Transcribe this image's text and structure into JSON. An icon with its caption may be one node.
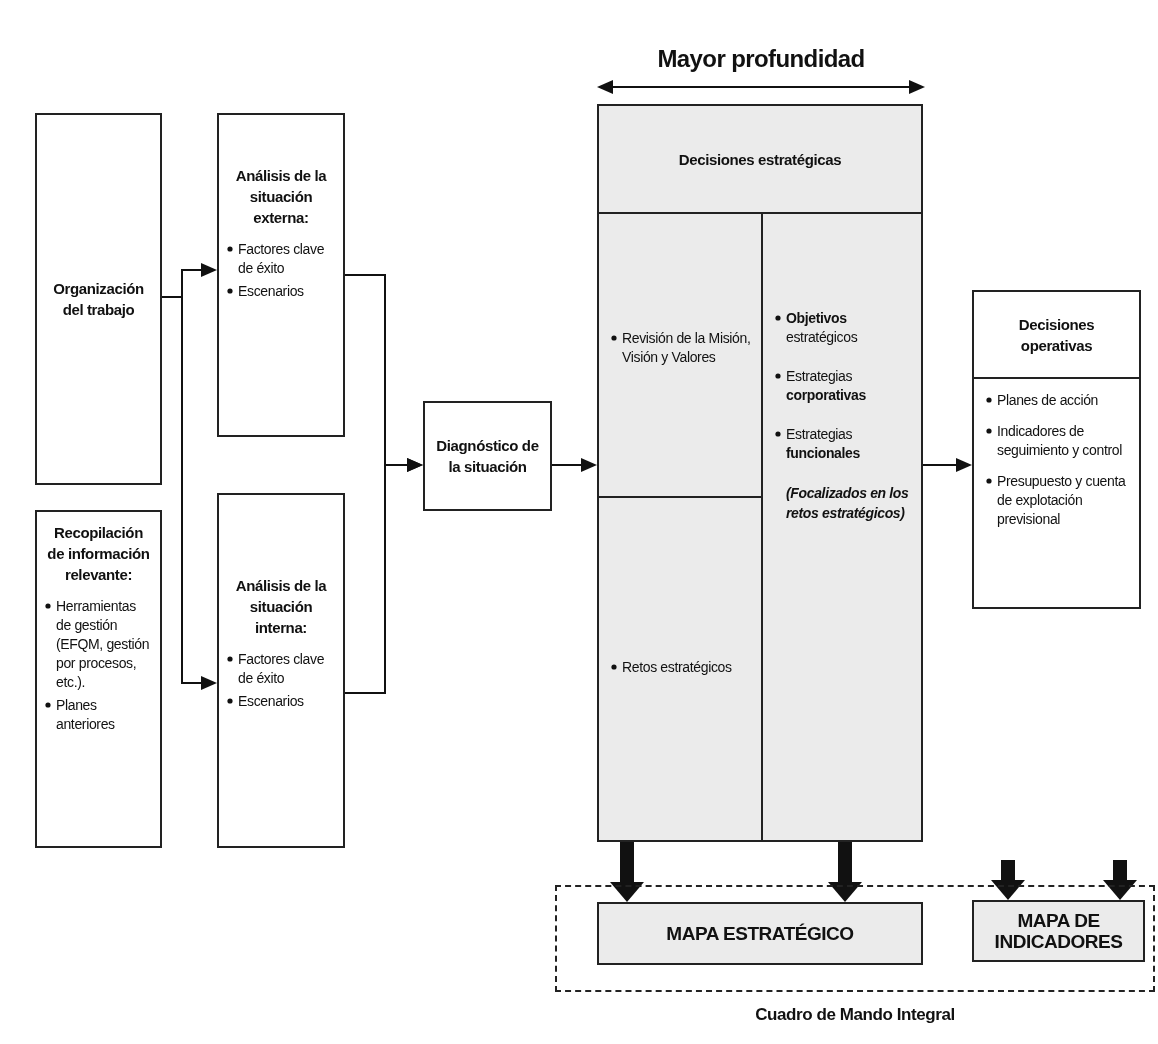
{
  "diagram": {
    "nodes": [
      {
        "text": [
          "Organización del trabajo"
        ]
      },
      {
        "text": [
          "Recopilación de información relevante:",
          "Herramientas de gestión (EFQM, gestión por procesos, etc.).",
          "Planes anteriores"
        ]
      },
      {
        "text": [
          "Análisis de la situación externa:",
          "Factores clave de éxito",
          "Escenarios"
        ]
      },
      {
        "text": [
          "Análisis de la situación interna:",
          "Factores clave de éxito",
          "Escenarios"
        ]
      },
      {
        "text": [
          "Diagnóstico de la situación"
        ]
      },
      {
        "text": [
          "Decisiones estratégicas"
        ]
      },
      {
        "text": [
          "Revisión de la Misión, Visión y Valores"
        ],
        "in": 5
      },
      {
        "text": [
          "Retos estratégicos"
        ],
        "in": 5
      },
      {
        "text": [
          "**Objetivos** estratégicos",
          "Estrategias **corporativas**",
          "Estrategias **funcionales**",
          "(Focalizados en los retos estratégicos)"
        ],
        "in": 5
      },
      {
        "text": [
          "Decisiones operativas",
          "Planes de acción",
          "Indicadores de seguimiento y control",
          "Presupuesto y cuenta de explotación previsional"
        ]
      },
      {
        "text": [
          "Cuadro de Mando Integral"
        ]
      },
      {
        "text": [
          "MAPA ESTRATÉGICO"
        ],
        "in": 10
      },
      {
        "text": [
          "MAPA DE INDICADORES"
        ],
        "in": 10
      }
    ],
    "edges": [
      {
        "from": 0,
        "to": 2,
        "arrow": "to"
      },
      {
        "from": 0,
        "to": 3,
        "arrow": "to"
      },
      {
        "from": 2,
        "to": 4,
        "arrow": "to"
      },
      {
        "from": 3,
        "to": 4,
        "arrow": "to"
      },
      {
        "from": 4,
        "to": 5,
        "arrow": "to"
      },
      {
        "from": 5,
        "to": 9,
        "arrow": "to"
      },
      {
        "from": 7,
        "to": 11,
        "arrow": "to",
        "style": "thick"
      },
      {
        "from": 8,
        "to": 11,
        "arrow": "to",
        "style": "thick"
      },
      {
        "from": null,
        "to": 12,
        "arrow": "to",
        "style": "thick"
      },
      {
        "from": null,
        "to": 12,
        "arrow": "to",
        "style": "thick"
      }
    ],
    "labels": [
      "Mayor profundidad"
    ]
  }
}
